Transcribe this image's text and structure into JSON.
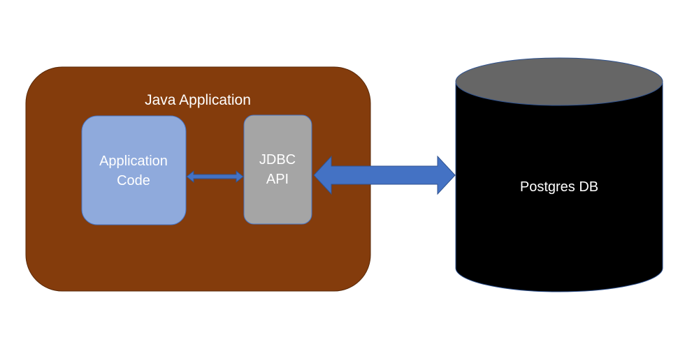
{
  "java_app": {
    "title": "Java Application",
    "fill": "#843C0C",
    "stroke": "#5A2A0A"
  },
  "app_code": {
    "line1": "Application",
    "line2": "Code",
    "fill": "#8FAADC",
    "stroke": "#4472C4"
  },
  "jdbc_api": {
    "line1": "JDBC",
    "line2": "API",
    "fill": "#A5A5A5",
    "stroke": "#4472C4"
  },
  "postgres_db": {
    "label": "Postgres DB",
    "body_fill": "#000000",
    "top_fill": "#666666",
    "stroke": "#2F528F"
  },
  "arrows": {
    "fill": "#4472C4",
    "stroke": "#2F528F"
  }
}
